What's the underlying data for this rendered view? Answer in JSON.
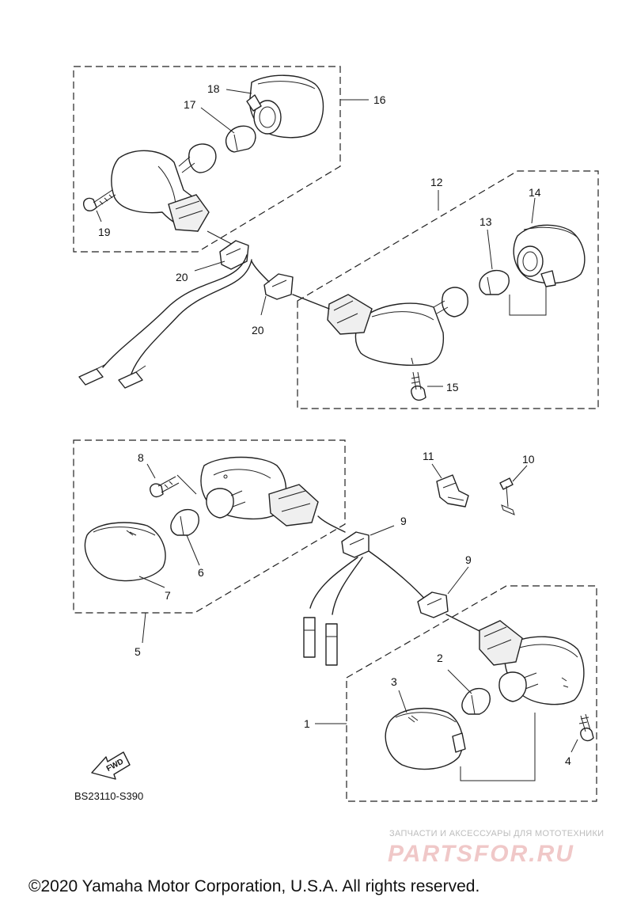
{
  "callouts": {
    "c1": "1",
    "c2": "2",
    "c3": "3",
    "c4": "4",
    "c5": "5",
    "c6": "6",
    "c7": "7",
    "c8": "8",
    "c9a": "9",
    "c9b": "9",
    "c10": "10",
    "c11": "11",
    "c12": "12",
    "c13": "13",
    "c14": "14",
    "c15": "15",
    "c16": "16",
    "c17": "17",
    "c18": "18",
    "c19": "19",
    "c20a": "20",
    "c20b": "20"
  },
  "fwd_label": "FWD",
  "diagram_code": "BS23110-S390",
  "watermark": {
    "tagline": "ЗАПЧАСТИ И АКСЕССУАРЫ ДЛЯ МОТОТЕХНИКИ",
    "brand": "PARTSFOR.RU"
  },
  "copyright": "©2020 Yamaha Motor Corporation, U.S.A. All rights reserved.",
  "colors": {
    "line": "#222222",
    "watermark_brand": "#f0c8c8",
    "watermark_tagline": "#bdbdbd"
  }
}
